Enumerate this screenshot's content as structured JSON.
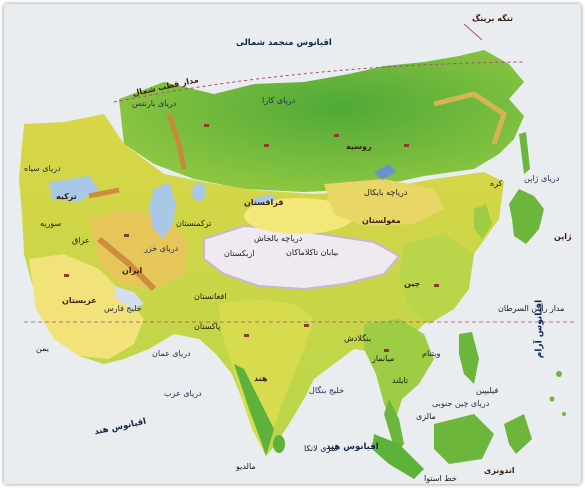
{
  "map": {
    "title_north": "اقیانوس منجمد شمالی",
    "colors": {
      "water": "#e9edf0",
      "lowland": "#5eb33a",
      "plain": "#bcd94a",
      "plateau": "#e8d84a",
      "highland": "#e0a53b",
      "mountain": "#f0ecef",
      "desert": "#f2e27a"
    },
    "labels": {
      "bering": "تنگه برینگ",
      "arctic_circle": "مدار قطب شمال",
      "barents": "دریای بارنتس",
      "kara": "دریای کارا",
      "russia": "روسیه",
      "kazakhstan": "قزاقستان",
      "baikal": "دریاچه بایکال",
      "mongolia": "مغولستان",
      "balkhash": "دریاچه بالخاش",
      "turkmenistan": "ترکمنستان",
      "uzbekistan": "ازبکستان",
      "caspian": "دریای خزر",
      "black_sea": "دریای سیاه",
      "turkey": "ترکیه",
      "syria": "سوریه",
      "iraq": "عراق",
      "iran": "ایران",
      "persian_gulf": "خلیج فارس",
      "saudi": "عربستان",
      "afghanistan": "افغانستان",
      "pakistan": "پاکستان",
      "india": "هند",
      "takla": "بیابان تاکلاماکان",
      "china": "چین",
      "japan": "ژاپن",
      "korea": "کره",
      "sea_of_japan": "دریای ژاپن",
      "yemen": "یمن",
      "oman_sea": "دریای عمان",
      "arabian_sea": "دریای عرب",
      "bay_of_bengal": "خلیج بنگال",
      "sri_lanka": "سری لانکا",
      "maldives": "مالدیو",
      "indian_ocean_left": "اقیانوس هند",
      "indian_ocean_bottom": "اقیانوس هند",
      "pacific": "اقیانوس آرام",
      "bangladesh": "بنگلادش",
      "myanmar": "میانمار",
      "thailand": "تایلند",
      "vietnam": "ویتنام",
      "philippines": "فیلیپین",
      "malaysia": "مالزی",
      "indonesia": "اندونزی",
      "south_china_sea": "دریای چین جنوبی",
      "tropic": "مدار رأس السرطان",
      "equator": "خط استوا"
    }
  }
}
